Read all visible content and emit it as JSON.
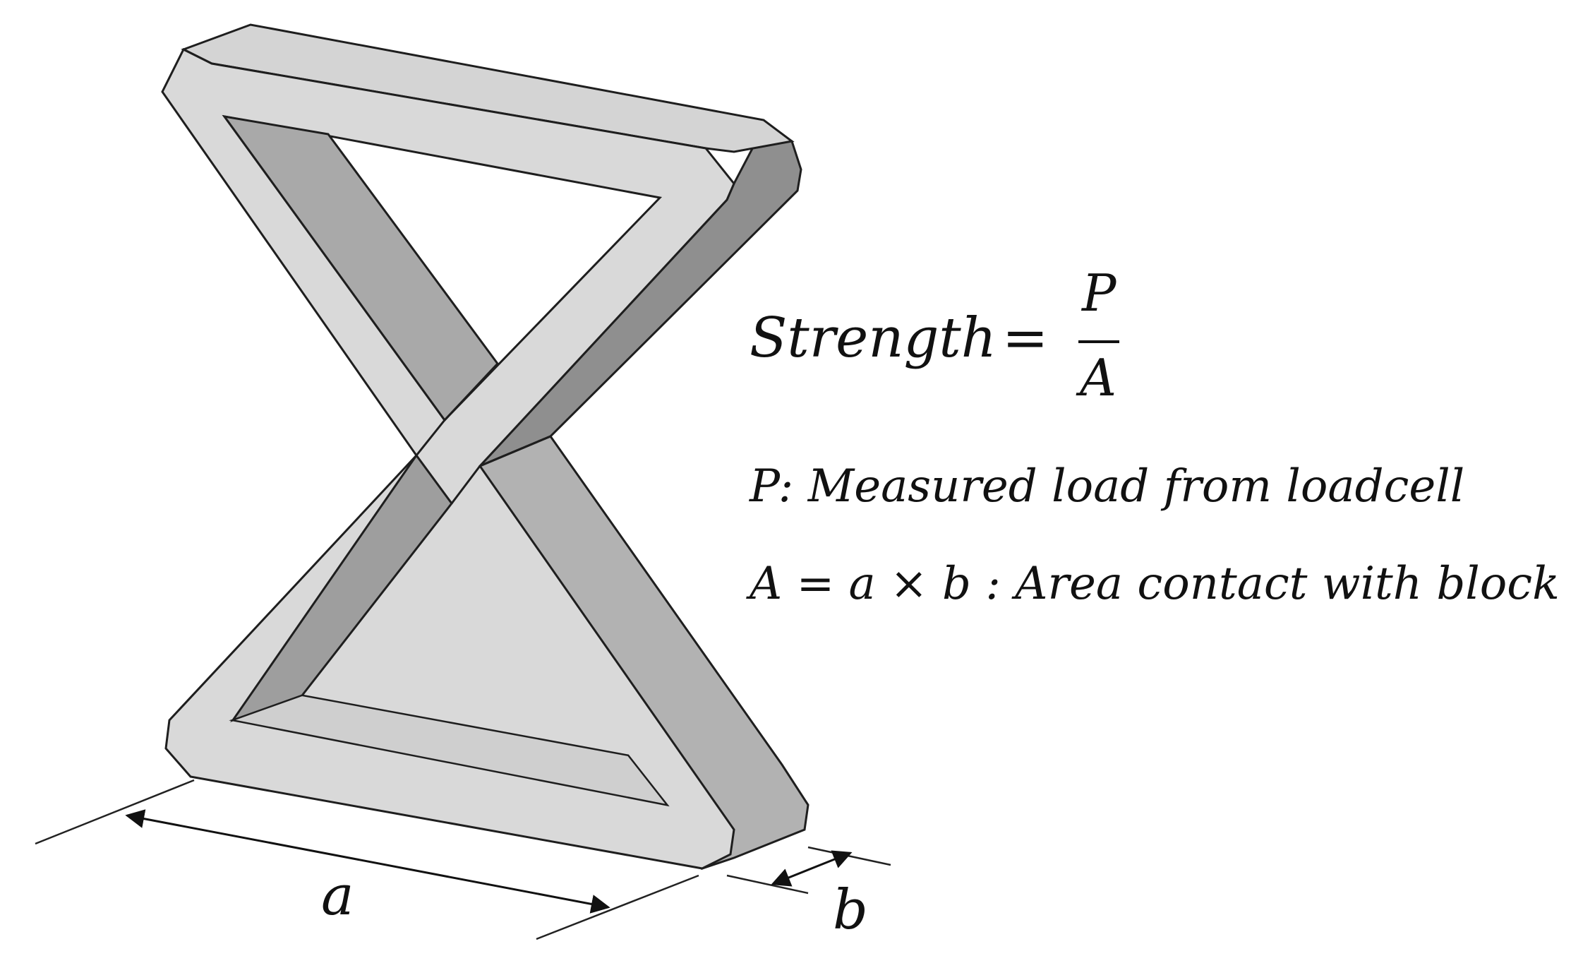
{
  "formula": {
    "lhs": "Strength",
    "equals": "=",
    "numerator": "P",
    "denominator": "A"
  },
  "definitions": {
    "p_line": "P: Measured load from loadcell",
    "a_line": "A = a × b : Area contact with block"
  },
  "dimensions": {
    "width_label": "a",
    "depth_label": "b"
  },
  "colors": {
    "front_face": "#d9d9d9",
    "light_side": "#b2b2b2",
    "dark_side": "#8f8f8f",
    "outline": "#1e1e1e"
  }
}
